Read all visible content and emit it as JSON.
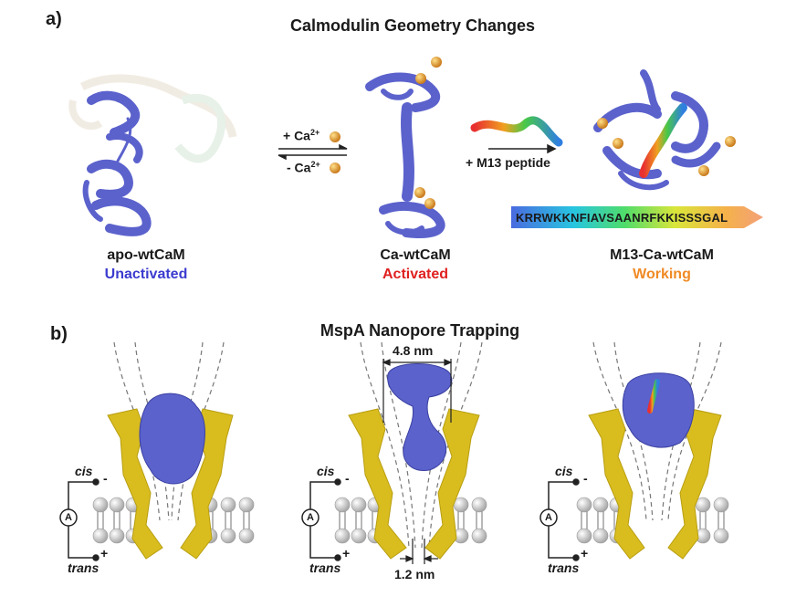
{
  "panel_a": {
    "letter": "a)",
    "title": "Calmodulin Geometry Changes",
    "arrow_forward": "+ Ca",
    "arrow_reverse": "- Ca",
    "superscript": "2+",
    "peptide_arrow": "+ M13 peptide",
    "sequence": "KRRWKKNFIAVSAANRFKKISSSGAL",
    "states": [
      {
        "name": "apo-wtCaM",
        "status": "Unactivated",
        "status_color": "#3b3bd0"
      },
      {
        "name": "Ca-wtCaM",
        "status": "Activated",
        "status_color": "#e02020"
      },
      {
        "name": "M13-Ca-wtCaM",
        "status": "Working",
        "status_color": "#f08a24"
      }
    ]
  },
  "panel_b": {
    "letter": "b)",
    "title": "MspA Nanopore Trapping",
    "width_top": "4.8 nm",
    "width_bottom": "1.2 nm",
    "cis": "cis",
    "trans": "trans",
    "minus": "-",
    "plus": "+",
    "ammeter": "A"
  },
  "colors": {
    "protein": "#5b62cc",
    "pore": "#d9bd1f",
    "lipid": "#cfcfcf",
    "ion": "#e8a030"
  }
}
